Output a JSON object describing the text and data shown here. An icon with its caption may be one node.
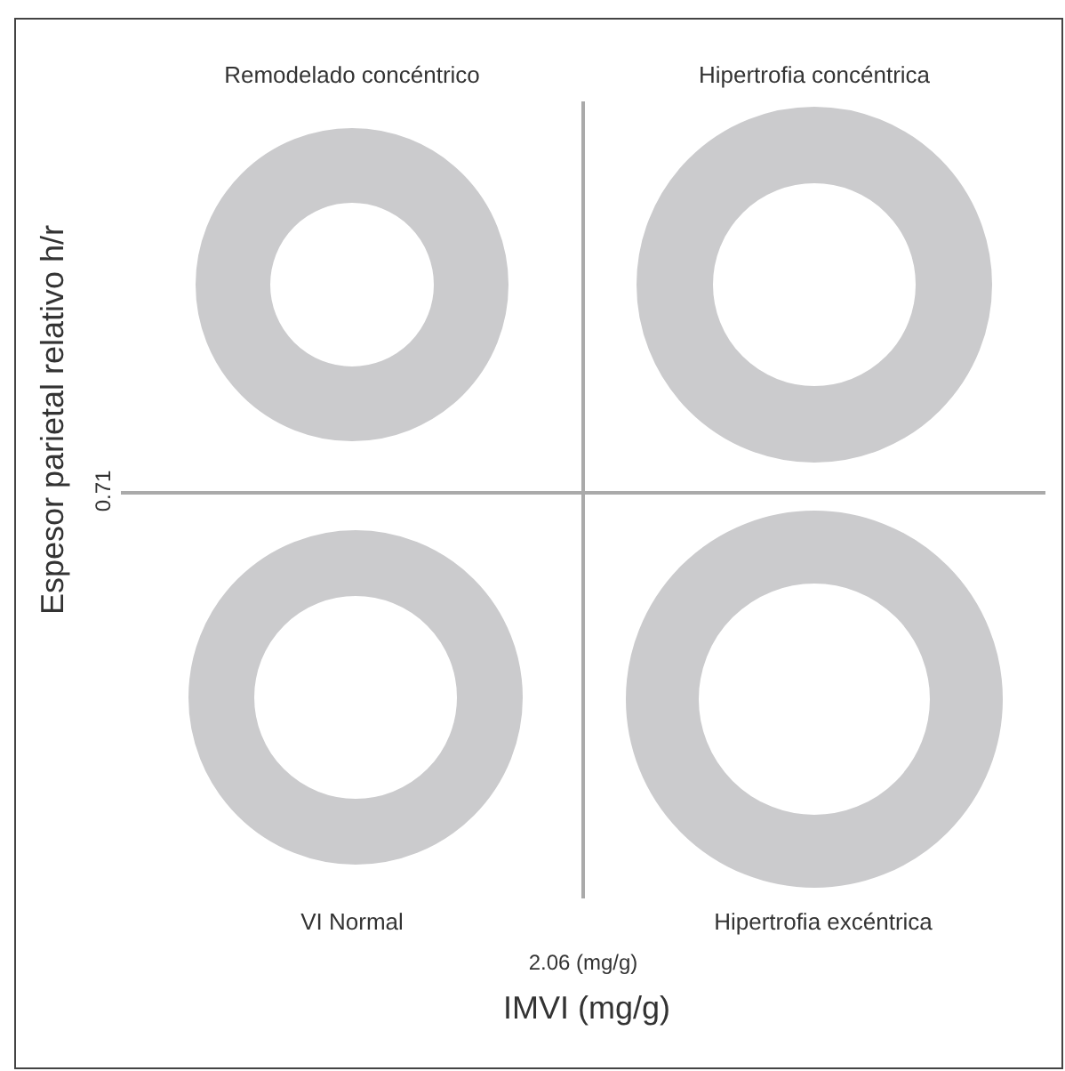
{
  "diagram": {
    "labels": [
      "Remodelado concéntrico",
      "Hipertrofia concéntrica",
      "Espesor parietal relativo h/r",
      "0.71",
      "VI Normal",
      "Hipertrofia excéntrica",
      "2.06 (mg/g)",
      "IMVI (mg/g)"
    ]
  }
}
